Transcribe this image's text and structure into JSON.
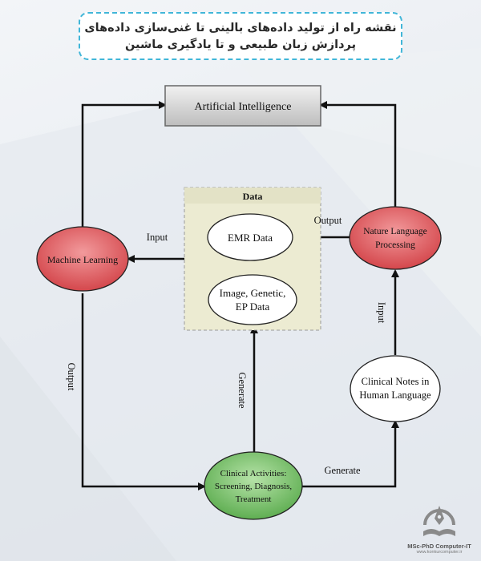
{
  "header": {
    "line1": "نقشه راه از تولید داده‌های بالینی تا غنی‌سازی داده‌های",
    "line2": "پردازش زبان طبیعی و تا یادگیری ماشین"
  },
  "nodes": {
    "ai": "Artificial Intelligence",
    "data_title": "Data",
    "emr": "EMR Data",
    "image_line1": "Image, Genetic,",
    "image_line2": "EP Data",
    "ml": "Machine Learning",
    "nlp_line1": "Nature Language",
    "nlp_line2": "Processing",
    "notes_line1": "Clinical Notes in",
    "notes_line2": "Human Language",
    "clinical_line1": "Clinical Activities:",
    "clinical_line2": "Screening, Diagnosis,",
    "clinical_line3": "Treatment"
  },
  "edges": {
    "input_ml": "Input",
    "output_nlp": "Output",
    "input_nlp": "Input",
    "output_ml": "Output",
    "generate_data": "Generate",
    "generate_notes": "Generate"
  },
  "logo": {
    "title": "MSc-PhD Computer-IT",
    "sub": "www.konkurcomputer.ir"
  },
  "colors": {
    "accent_border": "#41b6d8",
    "red_node": "#d9575b",
    "green_node": "#77c26b",
    "data_box": "#ecebd2"
  }
}
